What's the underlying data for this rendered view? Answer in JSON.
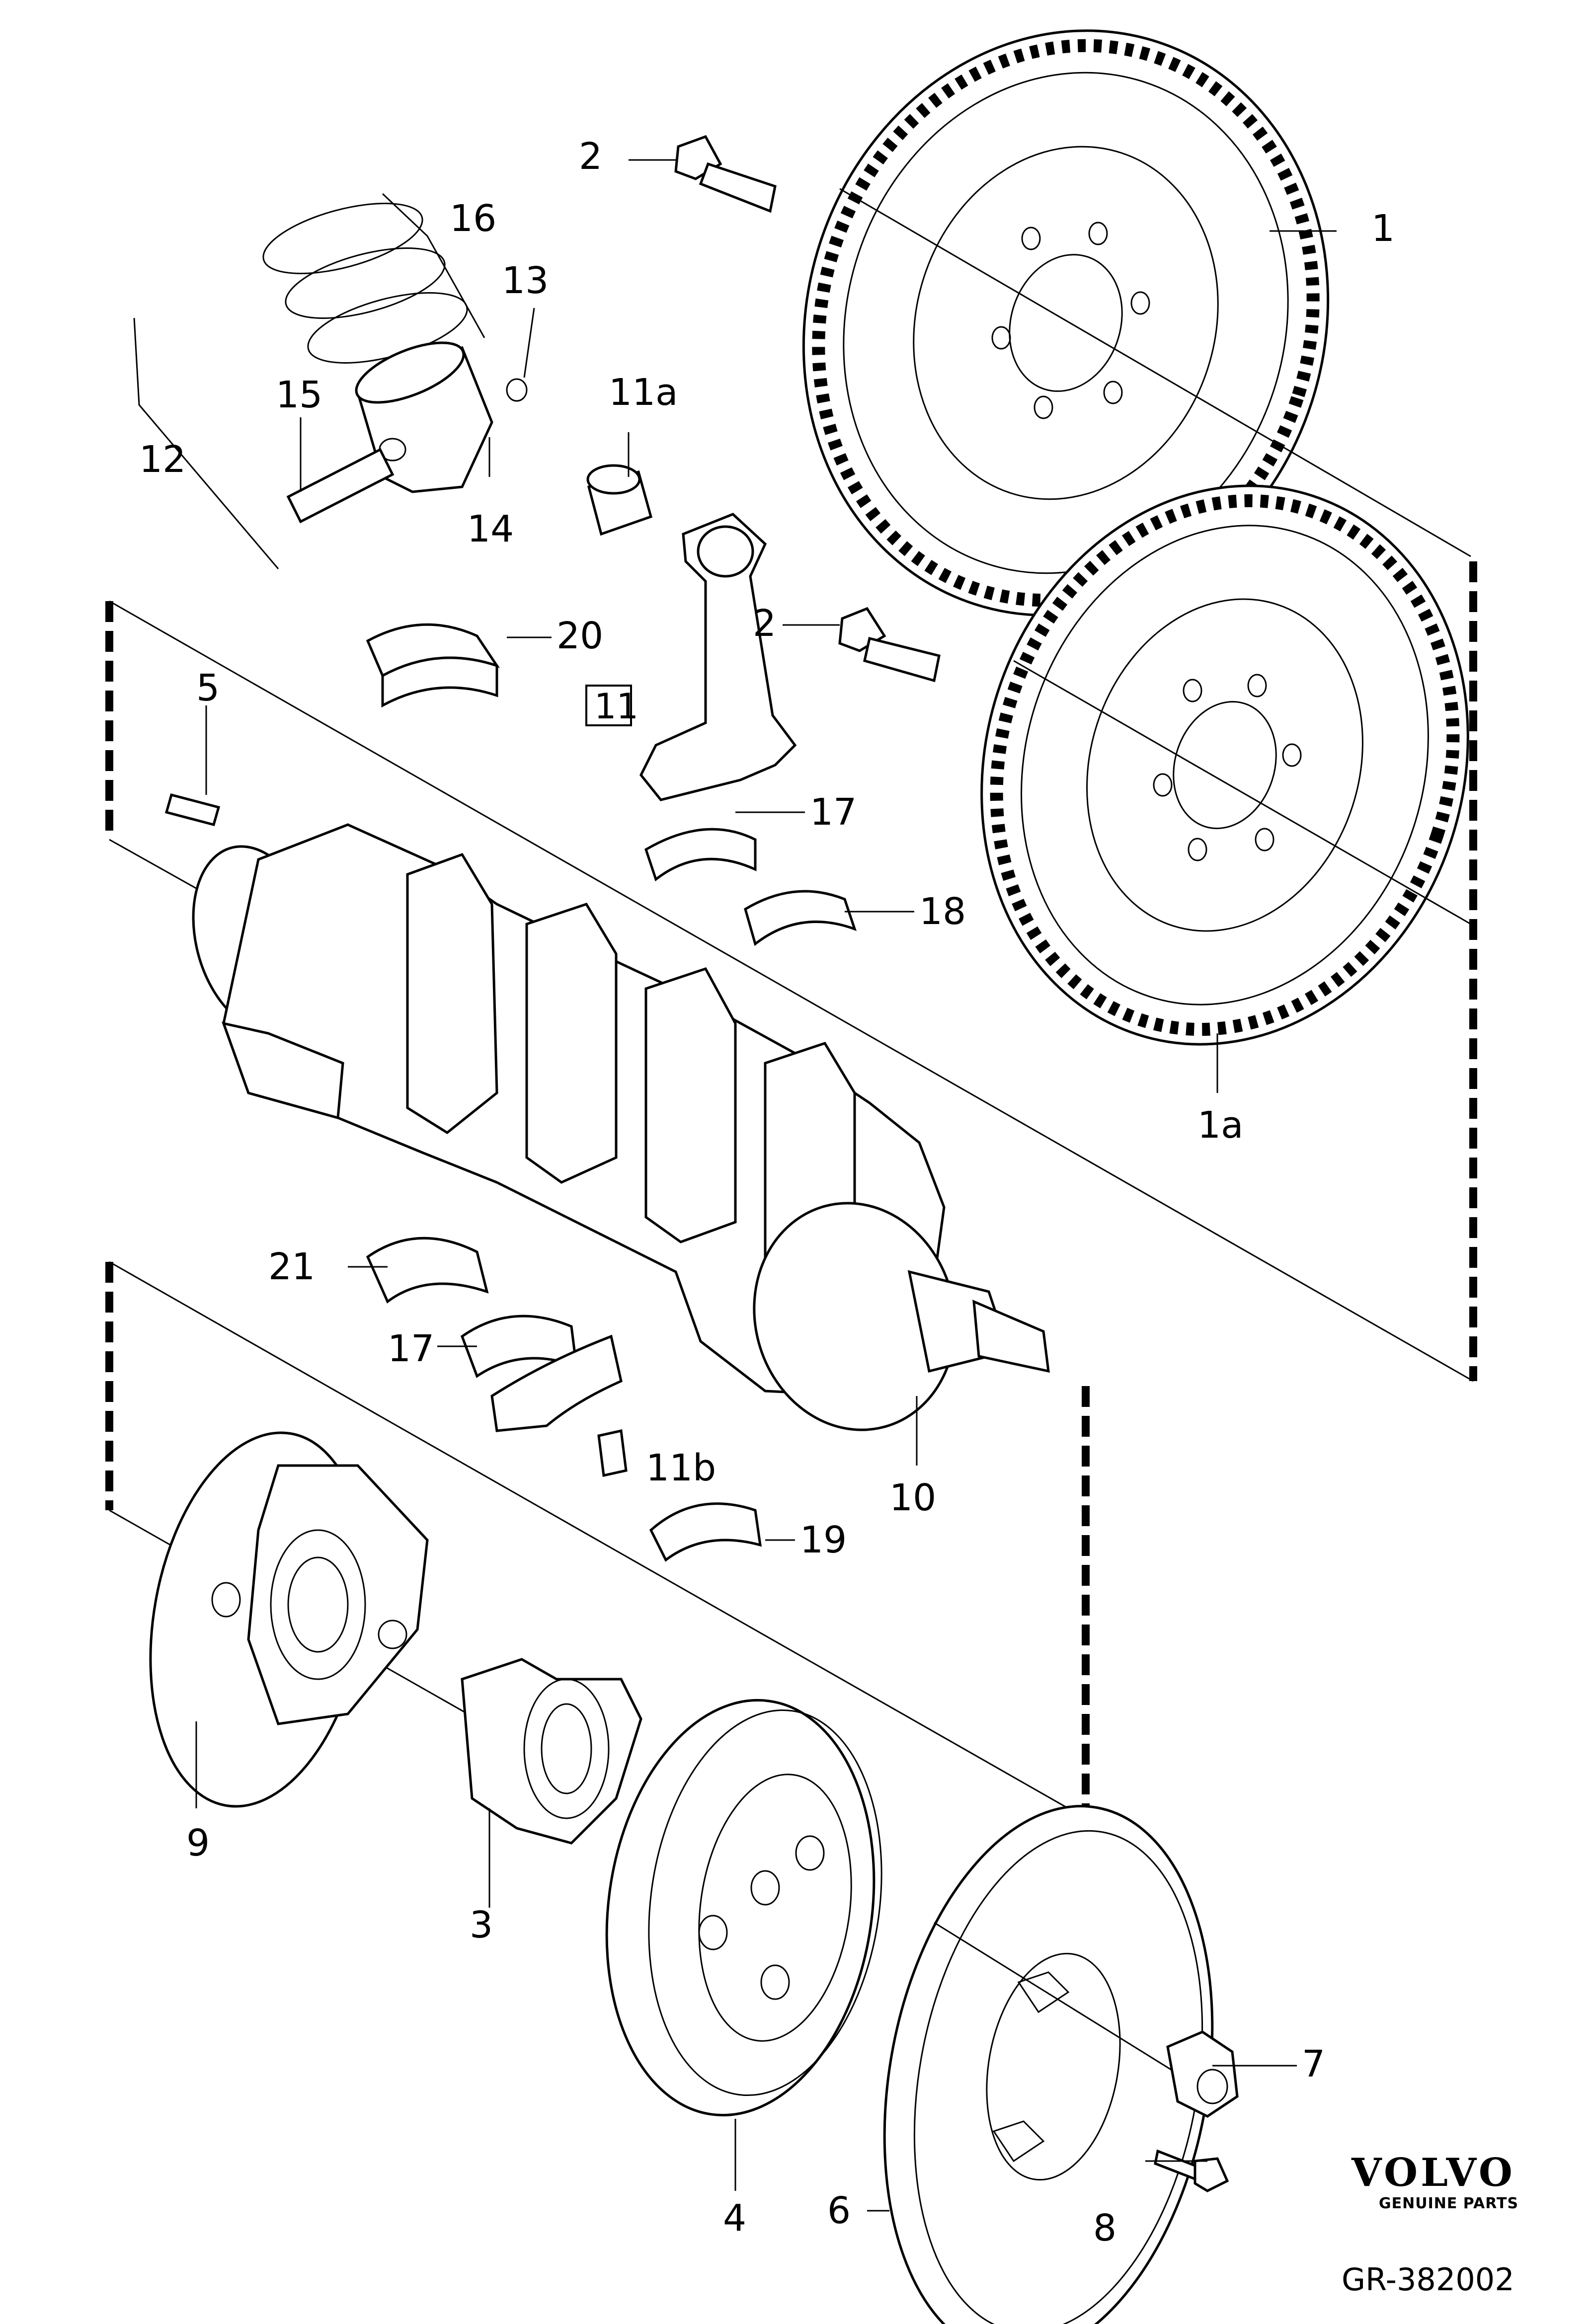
{
  "callouts": {
    "p1": "1",
    "p1a": "1a",
    "p2a": "2",
    "p2b": "2",
    "p3": "3",
    "p4": "4",
    "p5": "5",
    "p6": "6",
    "p7": "7",
    "p8": "8",
    "p9": "9",
    "p10": "10",
    "p11": "11",
    "p11a": "11a",
    "p11b": "11b",
    "p12": "12",
    "p13": "13",
    "p14": "14",
    "p15": "15",
    "p16": "16",
    "p17a": "17",
    "p17b": "17",
    "p18": "18",
    "p19": "19",
    "p20": "20",
    "p21": "21"
  },
  "branding": {
    "logo_text": "VOLVO",
    "logo_sub": "GENUINE PARTS"
  },
  "figure_ref": "GR-382002"
}
